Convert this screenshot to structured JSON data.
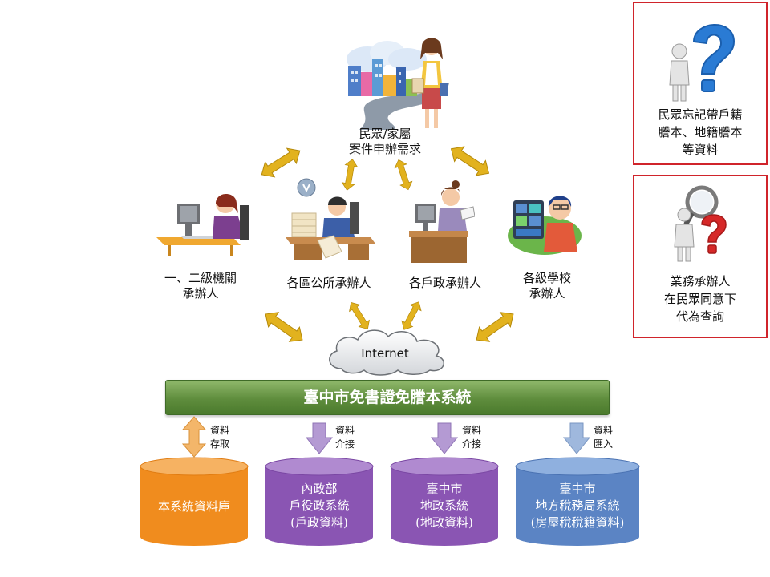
{
  "citizen": {
    "line1": "民眾/家屬",
    "line2": "案件申辦需求"
  },
  "handlers": [
    {
      "line1": "一、二級機關",
      "line2": "承辦人"
    },
    {
      "line1": "各區公所承辦人",
      "line2": ""
    },
    {
      "line1": "各戶政承辦人",
      "line2": ""
    },
    {
      "line1": "各級學校",
      "line2": "承辦人"
    }
  ],
  "internet": "Internet",
  "system_title": "臺中市免書證免謄本系統",
  "links": [
    {
      "line1": "資料",
      "line2": "存取"
    },
    {
      "line1": "資料",
      "line2": "介接"
    },
    {
      "line1": "資料",
      "line2": "介接"
    },
    {
      "line1": "資料",
      "line2": "匯入"
    }
  ],
  "databases": [
    {
      "lines": [
        "本系統資料庫"
      ],
      "color": "#f08c1e"
    },
    {
      "lines": [
        "內政部",
        "戶役政系統",
        "(戶政資料)"
      ],
      "color": "#8a55b3"
    },
    {
      "lines": [
        "臺中市",
        "地政系統",
        "(地政資料)"
      ],
      "color": "#8a55b3"
    },
    {
      "lines": [
        "臺中市",
        "地方稅務局系統",
        "(房屋稅稅籍資料)"
      ],
      "color": "#5b84c4"
    }
  ],
  "side_top": {
    "lines": [
      "民眾忘記帶戶籍",
      "謄本、地籍謄本",
      "等資料"
    ]
  },
  "side_bottom": {
    "lines": [
      "業務承辦人",
      "在民眾同意下",
      "代為查詢"
    ]
  },
  "colors": {
    "arrow_gold": "#e2b21e",
    "arrow_orange": "#f3b66a",
    "arrow_purple": "#b49ad3",
    "arrow_blue": "#9fb8dd",
    "border_red": "#d0242b",
    "banner_green": "#5f8d3d"
  }
}
